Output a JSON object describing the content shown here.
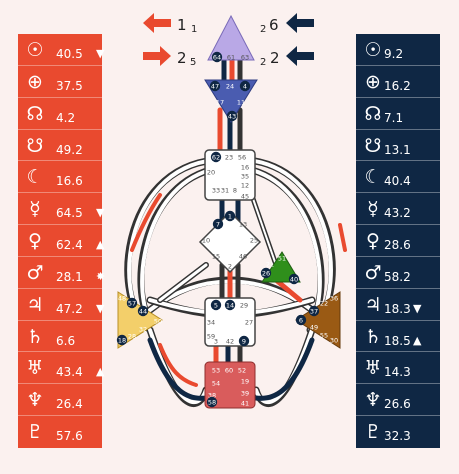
{
  "colors": {
    "design": "#e94a2f",
    "personality": "#0f2744",
    "background": "#fbf1ef",
    "head": "#b9a8e6",
    "ajna": "#4a5cb0",
    "throat": "#ffffff",
    "g_center": "#ffffff",
    "heart": "#2f8f1b",
    "spleen": "#f3cf6a",
    "solar_plexus": "#9a5a14",
    "sacral": "#ffffff",
    "root": "#d95c5c"
  },
  "arrows": {
    "left_top": {
      "digit": "1",
      "sub": "1",
      "icon": "arrow-left-icon"
    },
    "left_bottom": {
      "digit": "2",
      "sub": "5",
      "icon": "arrow-right-icon"
    },
    "right_top": {
      "digit": "6",
      "sub": "2",
      "icon": "arrow-left-icon"
    },
    "right_bottom": {
      "digit": "2",
      "sub": "2",
      "icon": "arrow-left-icon"
    }
  },
  "design": [
    {
      "symbol": "☉",
      "icon": "sun-icon",
      "value": "40.5",
      "mark": "▼"
    },
    {
      "symbol": "⊕",
      "icon": "earth-icon",
      "value": "37.5",
      "mark": ""
    },
    {
      "symbol": "☊",
      "icon": "north-node-icon",
      "value": "4.2",
      "mark": ""
    },
    {
      "symbol": "☋",
      "icon": "south-node-icon",
      "value": "49.2",
      "mark": ""
    },
    {
      "symbol": "☾",
      "icon": "moon-icon",
      "value": "16.6",
      "mark": ""
    },
    {
      "symbol": "☿",
      "icon": "mercury-icon",
      "value": "64.5",
      "mark": "▼"
    },
    {
      "symbol": "♀",
      "icon": "venus-icon",
      "value": "62.4",
      "mark": "▲"
    },
    {
      "symbol": "♂",
      "icon": "mars-icon",
      "value": "28.1",
      "mark": "✸"
    },
    {
      "symbol": "♃",
      "icon": "jupiter-icon",
      "value": "47.2",
      "mark": "▼"
    },
    {
      "symbol": "♄",
      "icon": "saturn-icon",
      "value": "6.6",
      "mark": ""
    },
    {
      "symbol": "♅",
      "icon": "uranus-icon",
      "value": "43.4",
      "mark": "▲"
    },
    {
      "symbol": "♆",
      "icon": "neptune-icon",
      "value": "26.4",
      "mark": ""
    },
    {
      "symbol": "♇",
      "icon": "pluto-icon",
      "value": "57.6",
      "mark": ""
    }
  ],
  "personality": [
    {
      "symbol": "☉",
      "icon": "sun-icon",
      "value": "9.2",
      "mark": ""
    },
    {
      "symbol": "⊕",
      "icon": "earth-icon",
      "value": "16.2",
      "mark": ""
    },
    {
      "symbol": "☊",
      "icon": "north-node-icon",
      "value": "7.1",
      "mark": ""
    },
    {
      "symbol": "☋",
      "icon": "south-node-icon",
      "value": "13.1",
      "mark": ""
    },
    {
      "symbol": "☾",
      "icon": "moon-icon",
      "value": "40.4",
      "mark": ""
    },
    {
      "symbol": "☿",
      "icon": "mercury-icon",
      "value": "43.2",
      "mark": ""
    },
    {
      "symbol": "♀",
      "icon": "venus-icon",
      "value": "28.6",
      "mark": ""
    },
    {
      "symbol": "♂",
      "icon": "mars-icon",
      "value": "58.2",
      "mark": ""
    },
    {
      "symbol": "♃",
      "icon": "jupiter-icon",
      "value": "18.3",
      "mark": "▼"
    },
    {
      "symbol": "♄",
      "icon": "saturn-icon",
      "value": "18.5",
      "mark": "▲"
    },
    {
      "symbol": "♅",
      "icon": "uranus-icon",
      "value": "14.3",
      "mark": ""
    },
    {
      "symbol": "♆",
      "icon": "neptune-icon",
      "value": "26.6",
      "mark": ""
    },
    {
      "symbol": "♇",
      "icon": "pluto-icon",
      "value": "32.3",
      "mark": ""
    }
  ],
  "centers": {
    "head": {
      "gates": [
        "64",
        "61",
        "63"
      ]
    },
    "ajna": {
      "gates": [
        "47",
        "24",
        "4",
        "17",
        "43",
        "11"
      ]
    },
    "throat": {
      "gates": [
        "62",
        "23",
        "56",
        "16",
        "35",
        "20",
        "12",
        "31",
        "8",
        "33",
        "45"
      ]
    },
    "g_center": {
      "gates": [
        "7",
        "1",
        "13",
        "10",
        "25",
        "15",
        "2",
        "46"
      ]
    },
    "heart": {
      "gates": [
        "21",
        "51",
        "26",
        "40"
      ]
    },
    "spleen": {
      "gates": [
        "48",
        "57",
        "44",
        "50",
        "32",
        "28",
        "18"
      ]
    },
    "solar_plexus": {
      "gates": [
        "36",
        "22",
        "37",
        "6",
        "49",
        "55",
        "30"
      ]
    },
    "sacral": {
      "gates": [
        "5",
        "14",
        "29",
        "34",
        "27",
        "59",
        "42",
        "3",
        "9"
      ]
    },
    "root": {
      "gates": [
        "53",
        "60",
        "52",
        "54",
        "19",
        "38",
        "39",
        "58",
        "41"
      ]
    }
  }
}
